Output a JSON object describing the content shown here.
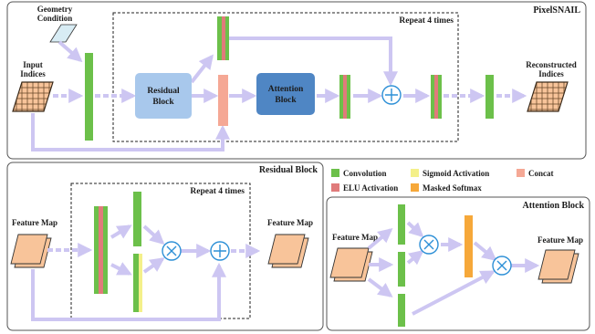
{
  "colors": {
    "convolution": "#6cc04a",
    "elu": "#e07b7b",
    "sigmoid": "#f4f08a",
    "concat": "#f5a895",
    "masked_softmax": "#f6a83a",
    "residual_block": "#a8c8ec",
    "attention_block": "#4f86c4",
    "arrow": "#cdc6f2",
    "feature_map": "#f8c49a",
    "geometry": "#d8ecf4",
    "circle": "#2c8fd6"
  },
  "pixelsnail": {
    "title": "PixelSNAIL",
    "geometry_label_1": "Geometry",
    "geometry_label_2": "Condition",
    "input_label_1": "Input",
    "input_label_2": "Indices",
    "repeat_label": "Repeat 4 times",
    "residual_label_1": "Residual",
    "residual_label_2": "Block",
    "attention_label_1": "Attention",
    "attention_label_2": "Block",
    "output_label_1": "Reconstructed",
    "output_label_2": "Indices"
  },
  "residual": {
    "title": "Residual Block",
    "repeat_label": "Repeat 4 times",
    "input_label": "Feature Map",
    "output_label": "Feature Map"
  },
  "legend": {
    "convolution": "Convolution",
    "sigmoid": "Sigmoid Activation",
    "concat": "Concat",
    "elu": "ELU Activation",
    "masked_softmax": "Masked Softmax"
  },
  "attention": {
    "title": "Attention Block",
    "input_label": "Feature Map",
    "output_label": "Feature Map"
  }
}
